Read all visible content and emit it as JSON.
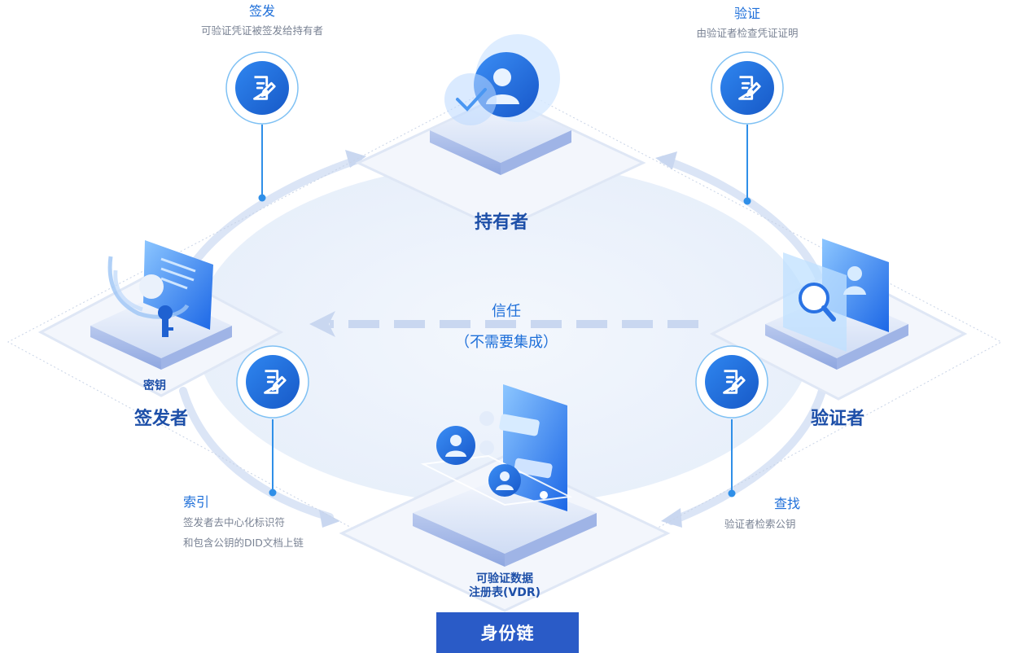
{
  "annotations": {
    "issue": {
      "title": "签发",
      "desc": "可验证凭证被签发给持有者"
    },
    "verify": {
      "title": "验证",
      "desc": "由验证者检查凭证证明"
    },
    "index": {
      "title": "索引",
      "desc_line1": "签发者去中心化标识符",
      "desc_line2": "和包含公钥的DID文档上链"
    },
    "lookup": {
      "title": "查找",
      "desc": "验证者检索公钥"
    }
  },
  "nodes": {
    "holder": "持有者",
    "issuer": "签发者",
    "issuer_key": "密钥",
    "verifier": "验证者",
    "vdr_line1": "可验证数据",
    "vdr_line2": "注册表(VDR)"
  },
  "trust": {
    "label": "信任",
    "note": "（不需要集成）"
  },
  "chain": {
    "label": "身份链"
  },
  "icons": {
    "badge": "document-edit-icon",
    "holder": "user-check-icon",
    "issuer": "key-document-icon",
    "verifier": "search-user-icon",
    "vdr": "phone-users-icon"
  },
  "colors": {
    "primary": "#1e6fd9",
    "dark": "#1d4fa8",
    "chain_bg": "#2a5bc7",
    "ring": "#d8e3f5",
    "ellipse": "#eef3fb"
  }
}
